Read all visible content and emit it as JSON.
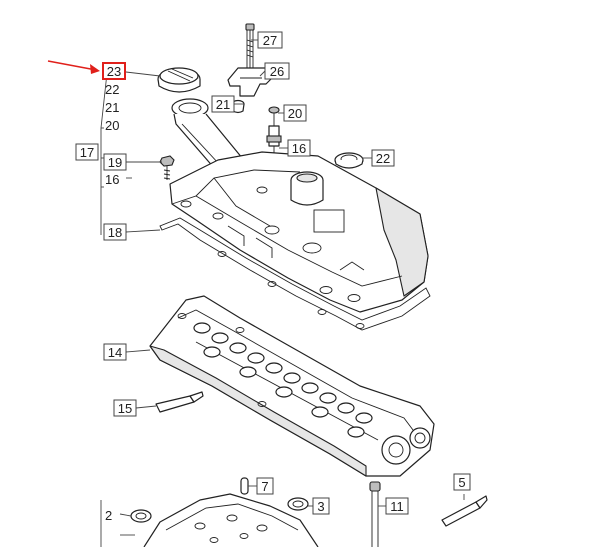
{
  "labels": {
    "p2": "2",
    "p3": "3",
    "p5": "5",
    "p7": "7",
    "p11": "11",
    "p14": "14",
    "p15": "15",
    "p16a": "16",
    "p16b": "16",
    "p17": "17",
    "p18": "18",
    "p19": "19",
    "p20a": "20",
    "p20b": "20",
    "p21a": "21",
    "p21b": "21",
    "p22a": "22",
    "p22b": "22",
    "p23": "23",
    "p26": "26",
    "p27": "27"
  },
  "colors": {
    "highlight": "#e0201b",
    "arrow": "#e0201b",
    "line": "#222222"
  }
}
